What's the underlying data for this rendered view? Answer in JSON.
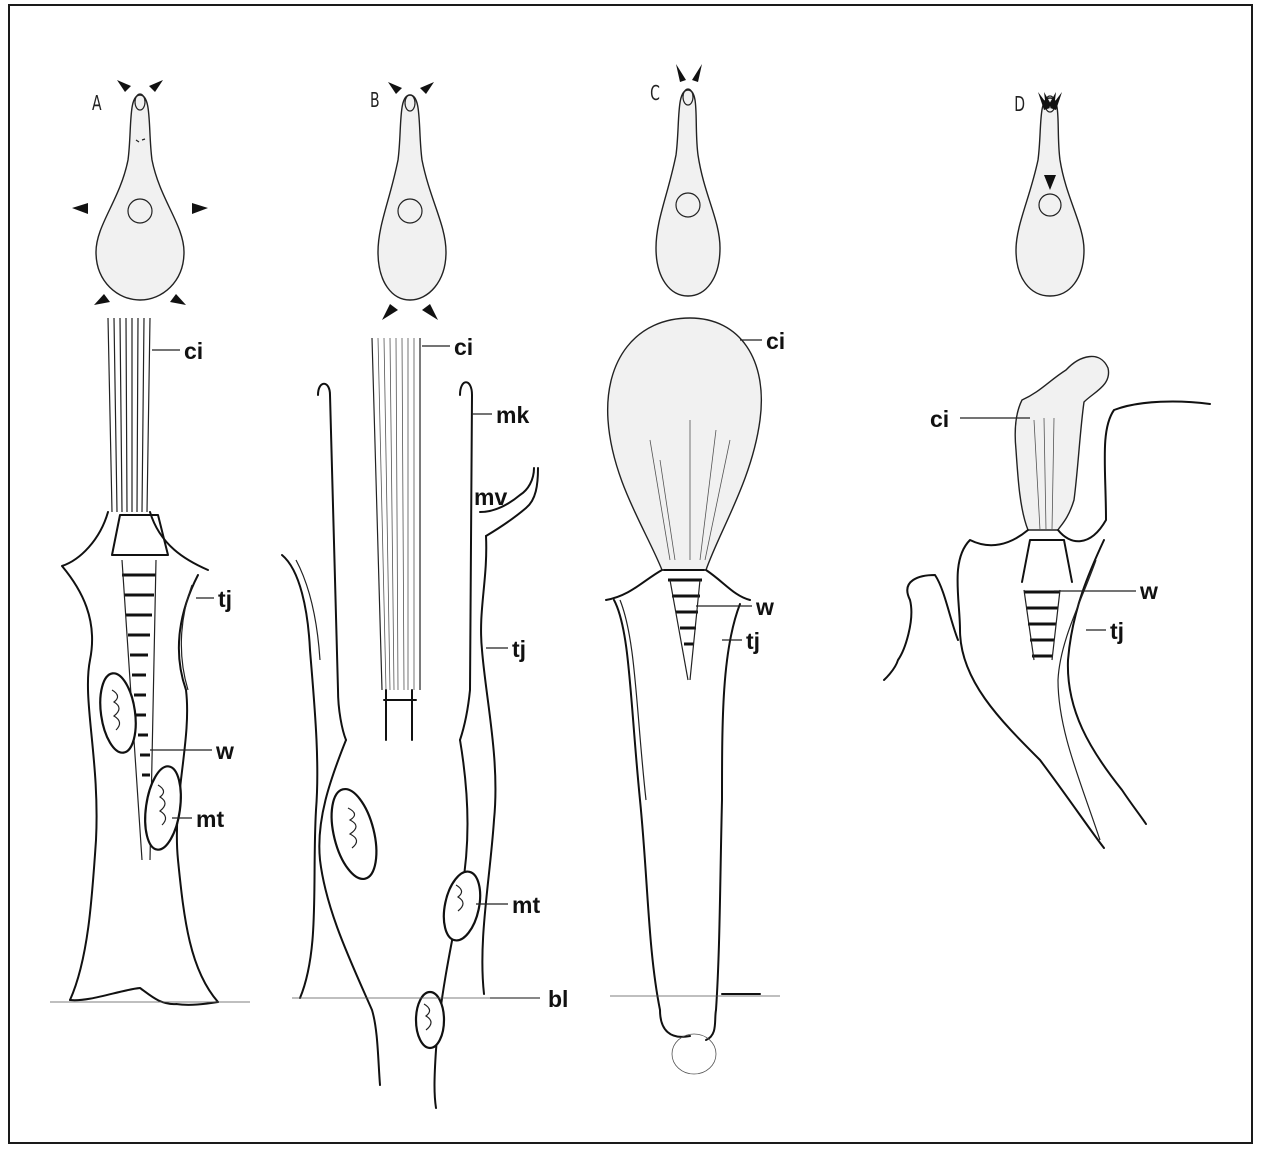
{
  "panels": {
    "a": {
      "letter": "A",
      "labels": {
        "ci": "ci",
        "tj": "tj",
        "w": "w",
        "mt": "mt"
      }
    },
    "b": {
      "letter": "B",
      "labels": {
        "ci": "ci",
        "mk": "mk",
        "mv": "mv",
        "tj": "tj",
        "mt": "mt",
        "bl": "bl"
      }
    },
    "c": {
      "letter": "C",
      "labels": {
        "ci": "ci",
        "w": "w",
        "tj": "tj"
      }
    },
    "d": {
      "letter": "D",
      "labels": {
        "ci": "ci",
        "w": "w",
        "tj": "tj"
      }
    }
  }
}
